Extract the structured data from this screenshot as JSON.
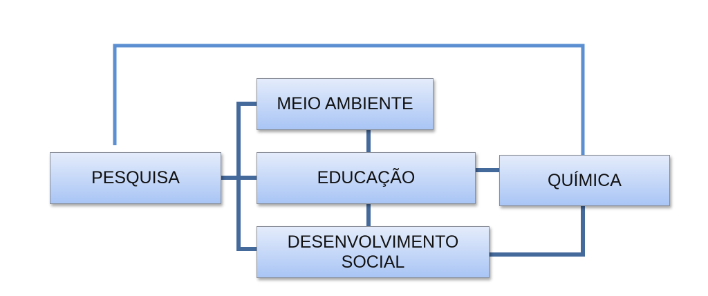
{
  "nodes": {
    "pesquisa": "PESQUISA",
    "meio_ambiente": "MEIO AMBIENTE",
    "educacao": "EDUCAÇÃO",
    "desenvolvimento_social_line1": "DESENVOLVIMENTO",
    "desenvolvimento_social_line2": "SOCIAL",
    "quimica": "QUÍMICA"
  },
  "colors": {
    "loop": "#5b8fd1",
    "bracket": "#44699b",
    "box_top": "#e4ecfb",
    "box_bottom": "#a9c5f5"
  }
}
